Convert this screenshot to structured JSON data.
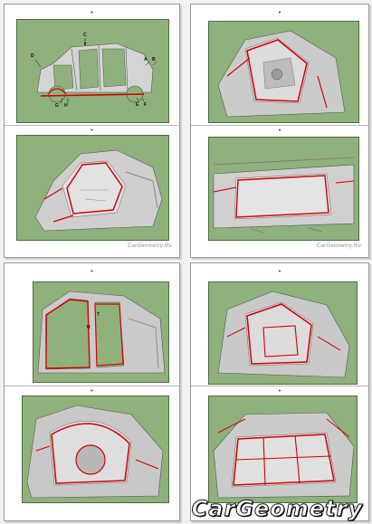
{
  "pages": [
    {
      "figures": [
        {
          "callouts": [
            "C",
            "D",
            "A",
            "B",
            "G",
            "H",
            "E",
            "F"
          ]
        },
        {
          "callouts": []
        }
      ],
      "markers": [
        "•",
        "•"
      ],
      "watermark": "CarGeometry.Ru"
    },
    {
      "figures": [
        {
          "callouts": []
        },
        {
          "callouts": []
        }
      ],
      "markers": [
        "•",
        "•"
      ],
      "watermark": "CarGeometry.Ru"
    },
    {
      "figures": [
        {
          "callouts": [
            "T",
            "U"
          ]
        },
        {
          "callouts": []
        }
      ],
      "markers": [
        "•",
        "•"
      ],
      "watermark": ""
    },
    {
      "figures": [
        {
          "callouts": []
        },
        {
          "callouts": []
        }
      ],
      "markers": [
        "•",
        "•"
      ],
      "watermark": "CarGeometry.Ru"
    }
  ],
  "logo": "CarGeometry",
  "colors": {
    "figure_bg": "#8fb27c",
    "weld_line": "#d40000",
    "body": "#c9c9c9"
  }
}
